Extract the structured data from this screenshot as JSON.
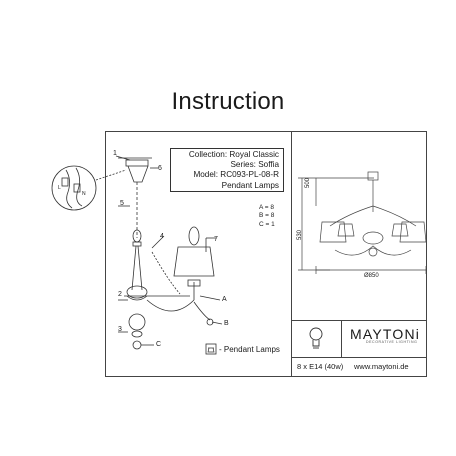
{
  "page_title": "Instruction",
  "info": {
    "collection": "Collection: Royal Classic",
    "series": "Series: Soffia",
    "model": "Model: RC093-PL-08-R",
    "type": "Pendant Lamps"
  },
  "counts": [
    "A = 8",
    "B = 8",
    "C = 1"
  ],
  "part_labels": {
    "p1": "1",
    "p2": "2",
    "p3": "3",
    "p4": "4",
    "p5": "5",
    "p6": "6",
    "p7": "7",
    "pA": "A",
    "pB": "B",
    "pC": "C",
    "L": "L",
    "N": "N"
  },
  "legend_label": "- Pendant Lamps",
  "dimensions": {
    "height_top": "500",
    "height_total": "530",
    "diameter": "Ø850"
  },
  "brand": {
    "name": "MAYTONi",
    "tagline": "DECORATIVE LIGHTING"
  },
  "bulbs": "8 x E14 (40w)",
  "website": "www.maytoni.de",
  "colors": {
    "line": "#444444",
    "text": "#1a1a1a"
  }
}
